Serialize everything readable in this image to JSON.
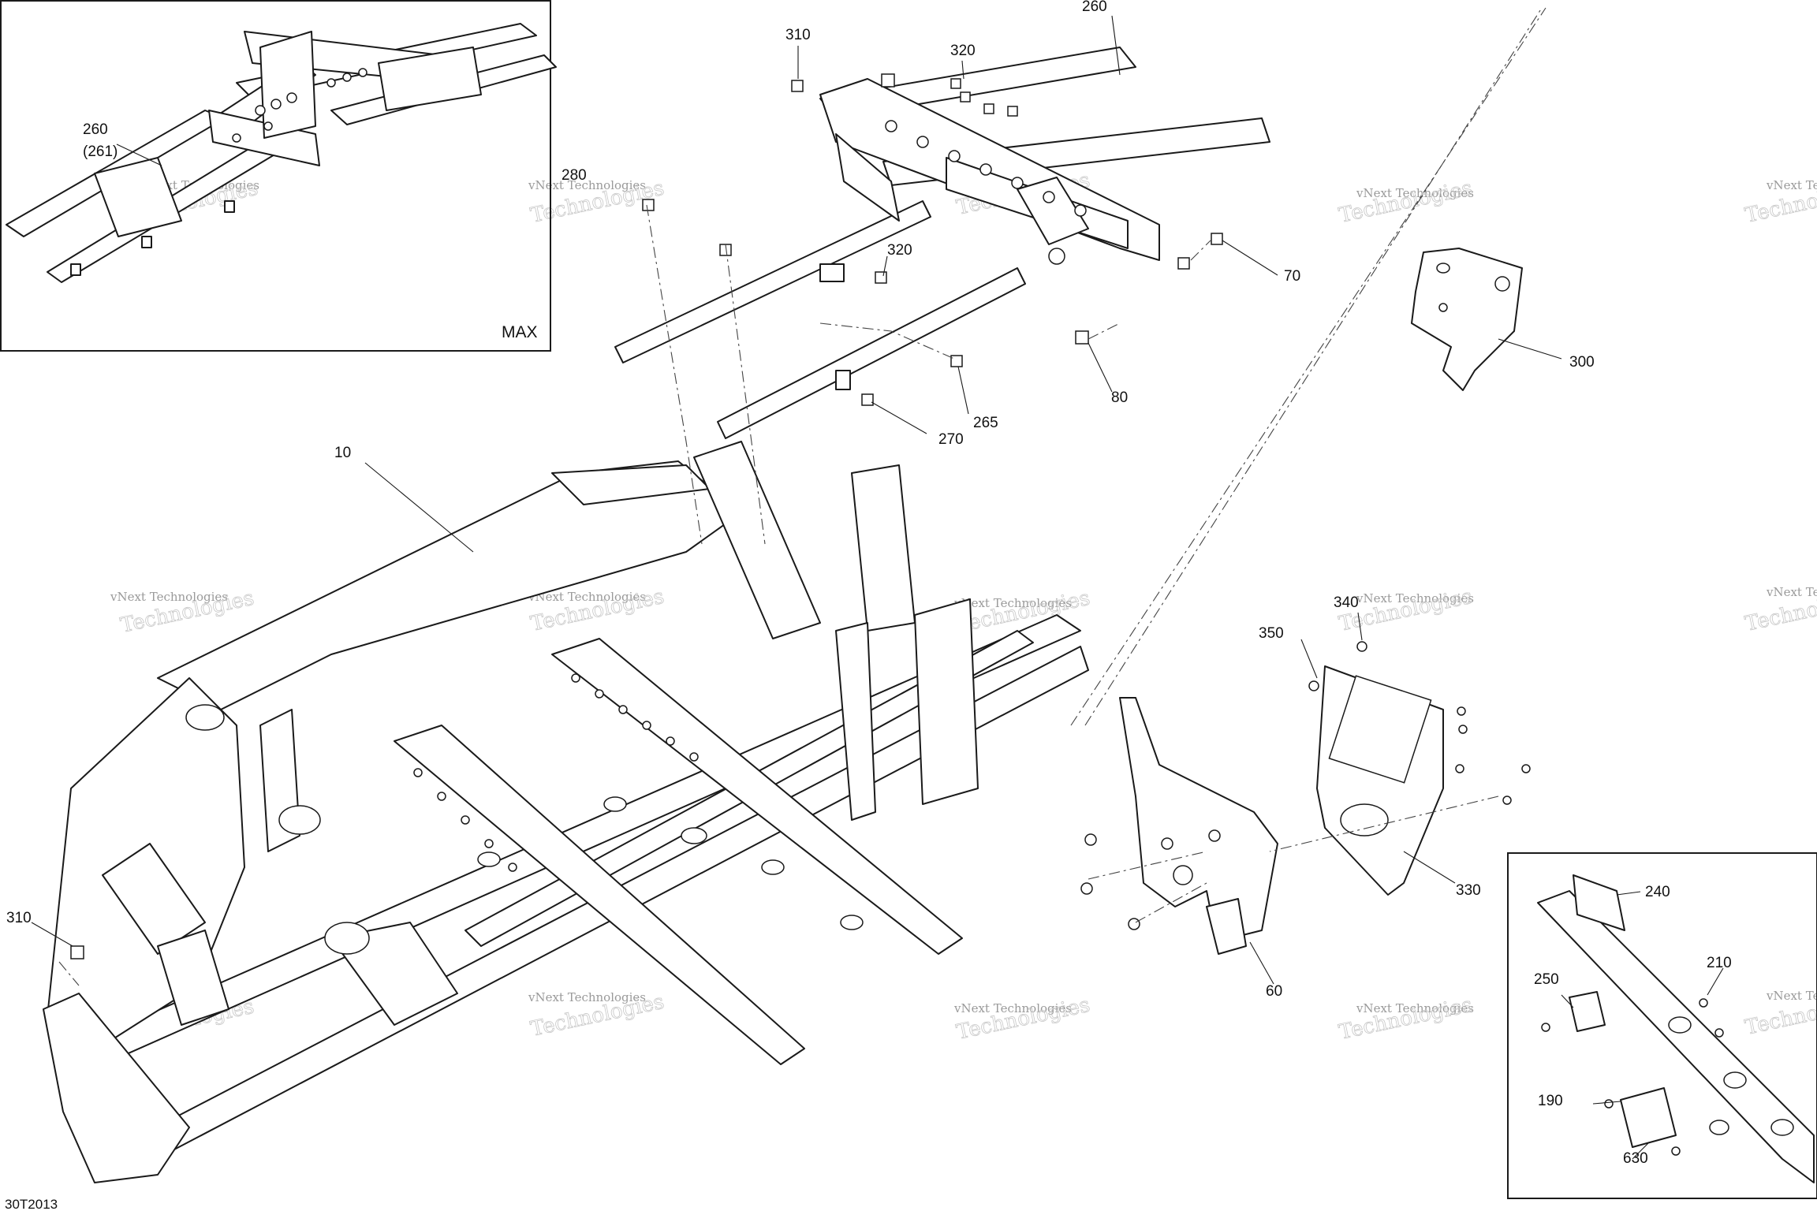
{
  "diagram_code": "30T2013",
  "inset_tag": "MAX",
  "callouts": {
    "c10": "10",
    "c60": "60",
    "c70": "70",
    "c80": "80",
    "c190": "190",
    "c210": "210",
    "c240": "240",
    "c250": "250",
    "c260_top": "260",
    "c260_inset": "260",
    "c261_inset": "(261)",
    "c265": "265",
    "c270": "270",
    "c280": "280",
    "c300": "300",
    "c310_top": "310",
    "c310_left": "310",
    "c320_top": "320",
    "c320_mid": "320",
    "c330": "330",
    "c340": "340",
    "c350": "350",
    "c630": "630"
  },
  "watermark": {
    "line1": "vNext Technologies",
    "line2": "Technologies"
  }
}
